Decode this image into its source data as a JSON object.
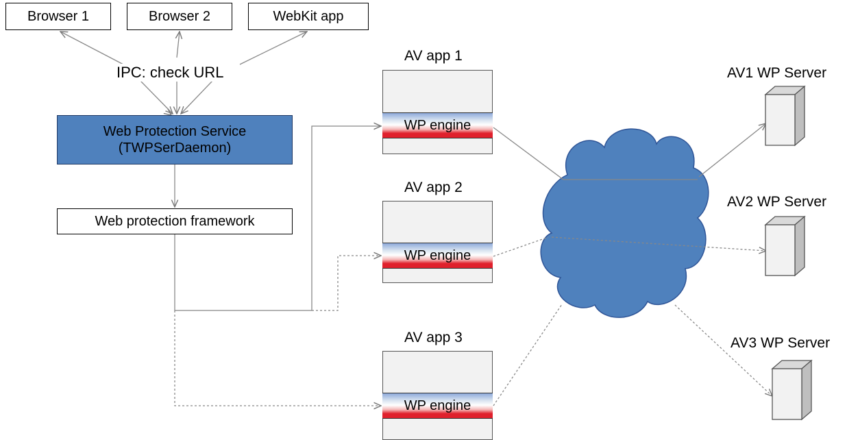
{
  "clients": {
    "browser1": "Browser 1",
    "browser2": "Browser 2",
    "webkit": "WebKit app"
  },
  "ipc_label": "IPC: check URL",
  "service": {
    "line1": "Web Protection Service",
    "line2": "(TWPSerDaemon)"
  },
  "framework": "Web protection framework",
  "apps": [
    {
      "title": "AV app 1",
      "engine": "WP engine"
    },
    {
      "title": "AV app 2",
      "engine": "WP engine"
    },
    {
      "title": "AV app 3",
      "engine": "WP engine"
    }
  ],
  "servers": [
    {
      "label": "AV1 WP Server"
    },
    {
      "label": "AV2 WP Server"
    },
    {
      "label": "AV3 WP Server"
    }
  ],
  "colors": {
    "service_fill": "#4f81bd",
    "cloud_fill": "#4f81bd",
    "engine_red": "#e0202c",
    "engine_blue": "#8eaadb"
  }
}
